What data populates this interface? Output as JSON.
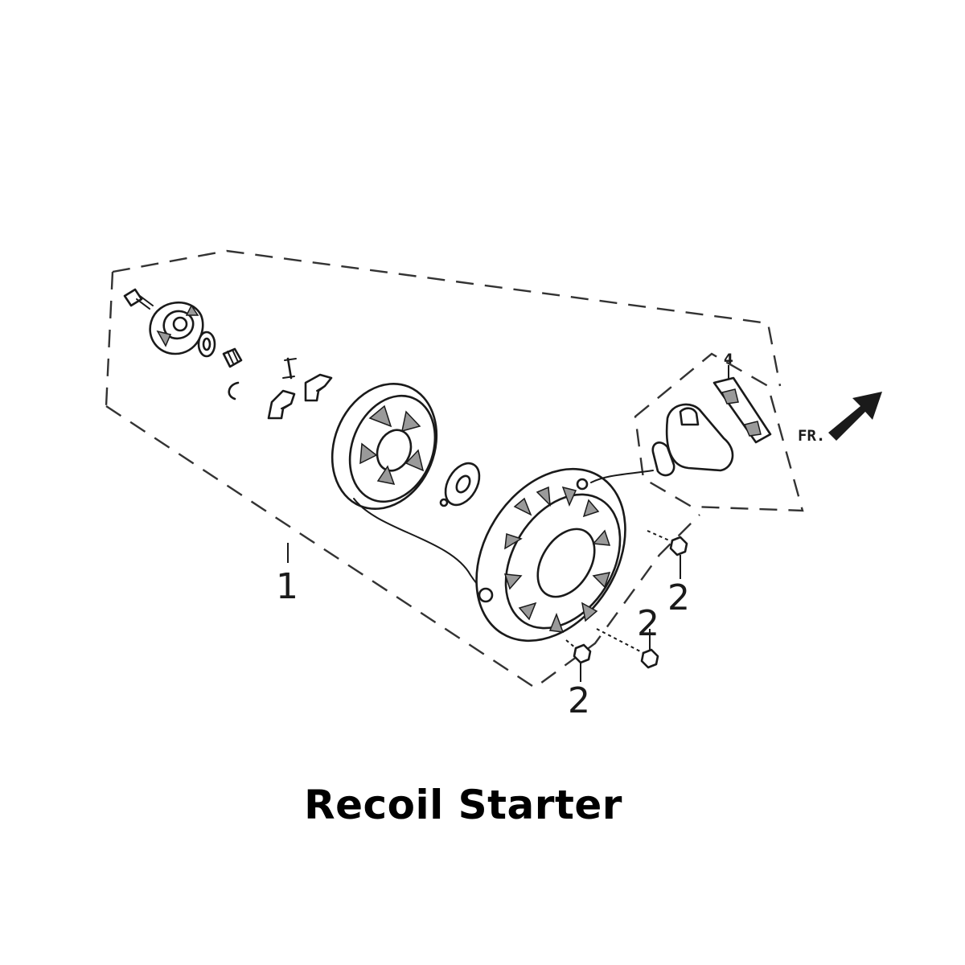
{
  "diagram": {
    "callouts": {
      "assembly": "1",
      "bolt_a": "2",
      "bolt_b": "2",
      "bolt_c": "2",
      "handle_cover": "4"
    },
    "direction_label": "FR."
  },
  "caption": "Recoil Starter"
}
